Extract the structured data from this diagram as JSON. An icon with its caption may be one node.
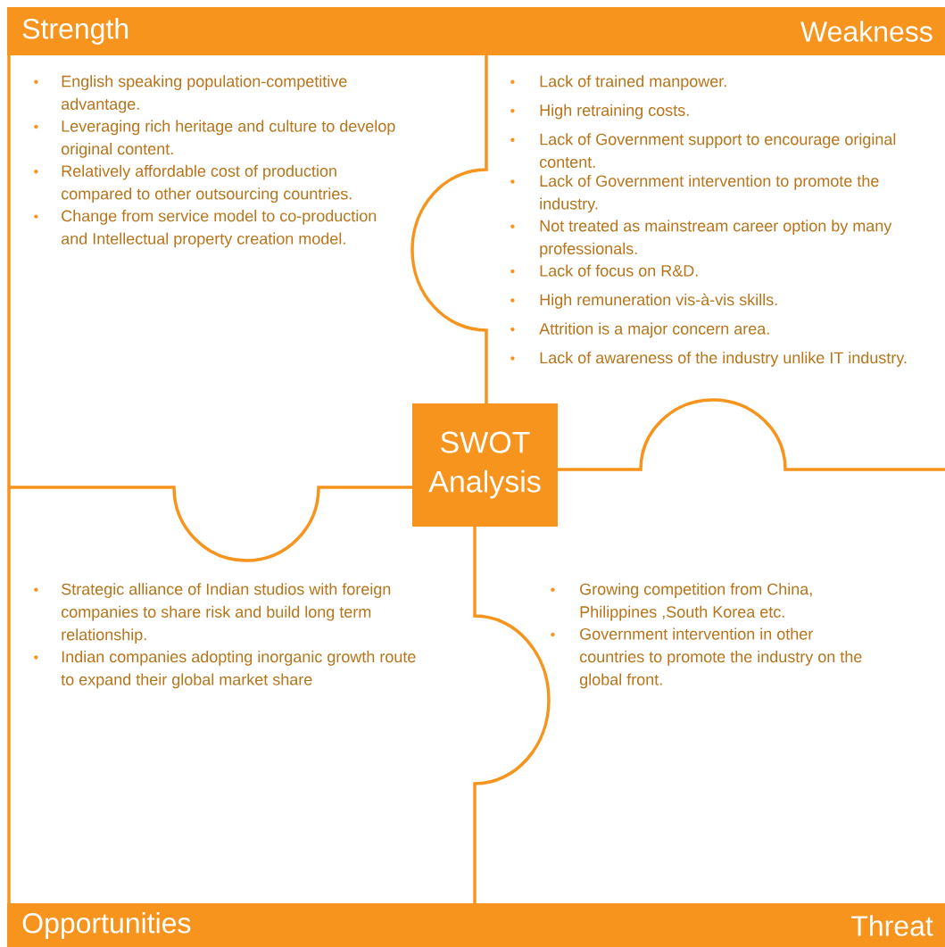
{
  "diagram": {
    "nodes": [
      {
        "text": [
          "Strength",
          "English speaking population-competitive advantage.",
          "Leveraging rich heritage and culture to develop original content.",
          "Relatively affordable cost of production compared to other outsourcing countries.",
          "Change from service model to co-production and Intellectual property creation model."
        ]
      },
      {
        "text": [
          "Weakness",
          "Lack of trained manpower.",
          "High retraining costs.",
          "Lack of Government support to encourage original content.",
          "Lack of Government intervention to promote the industry.",
          "Not treated as mainstream career option by many professionals.",
          "Lack of focus on R&D.",
          "High remuneration vis-à-vis skills.",
          "Attrition is a major concern area.",
          "Lack of awareness of the industry unlike IT industry."
        ]
      },
      {
        "text": [
          "SWOT Analysis"
        ]
      },
      {
        "text": [
          "Strategic alliance of Indian studios with foreign companies to share risk and build long term relationship.",
          "Indian companies adopting inorganic growth route to expand their global market share",
          "Opportunities"
        ]
      },
      {
        "text": [
          "Growing competition from China, Philippines ,South Korea etc.",
          "Government intervention in other countries to promote the industry on the global front.",
          "Threat"
        ]
      }
    ]
  }
}
